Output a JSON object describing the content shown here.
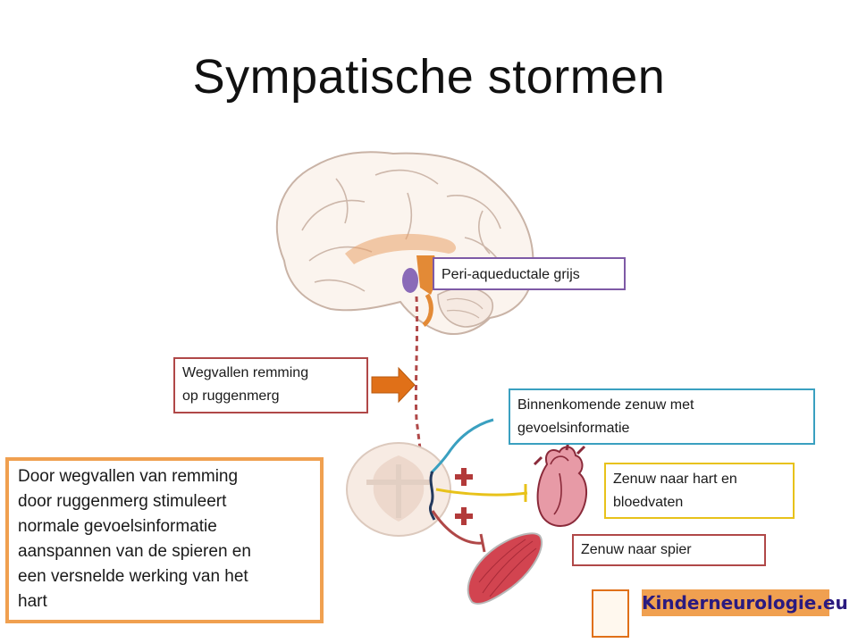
{
  "slide": {
    "title": "Sympatische stormen"
  },
  "labels": {
    "pag": "Peri-aqueductale grijs",
    "wegvallen_line1": "Wegvallen remming",
    "wegvallen_line2": "op ruggenmerg",
    "binnenkomende_line1": "Binnenkomende zenuw met",
    "binnenkomende_line2": "gevoelsinformatie",
    "hart_line1": "Zenuw naar hart en",
    "hart_line2": "bloedvaten",
    "spier": "Zenuw naar spier"
  },
  "explanation": {
    "lines": [
      "Door wegvallen van  remming",
      "door  ruggenmerg stimuleert",
      "normale gevoelsinformatie",
      "aanspannen van de spieren en",
      "een versnelde werking van het",
      "hart"
    ]
  },
  "logo": {
    "text": "Kinderneurologie.eu"
  },
  "colors": {
    "pag_border": "#7e5aa6",
    "red_border": "#b04848",
    "sensory_nerve": "#3aa0c0",
    "heart_nerve": "#e8c21a",
    "explanation_border": "#f0a050",
    "arrow": "#e07018"
  },
  "icons": {
    "brain": "brain-illustration",
    "spinal_cord": "spinal-cord-cross-section",
    "heart": "heart-illustration",
    "muscle": "muscle-illustration",
    "plus": "red-plus-icon",
    "arrow": "orange-right-arrow"
  }
}
